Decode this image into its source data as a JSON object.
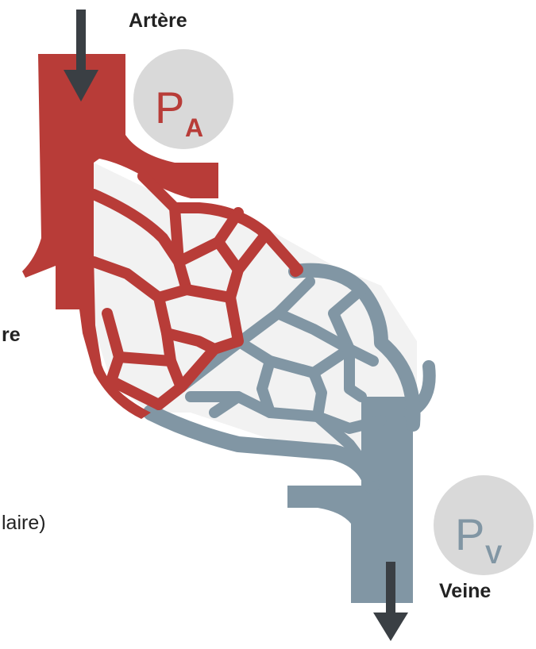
{
  "labels": {
    "artery": "Artère",
    "vein": "Veine",
    "left_cut_bold": "re",
    "left_cut_plain": "laire)"
  },
  "pressure": {
    "artery": {
      "letter": "P",
      "subscript": "A"
    },
    "vein": {
      "letter": "P",
      "subscript": "V"
    }
  },
  "colors": {
    "artery": "#b83c38",
    "vein": "#8196a4",
    "capillary_bg": "#f2f2f2",
    "bubble": "#d9d9d9",
    "arrow": "#3a3f44",
    "text": "#222222"
  }
}
